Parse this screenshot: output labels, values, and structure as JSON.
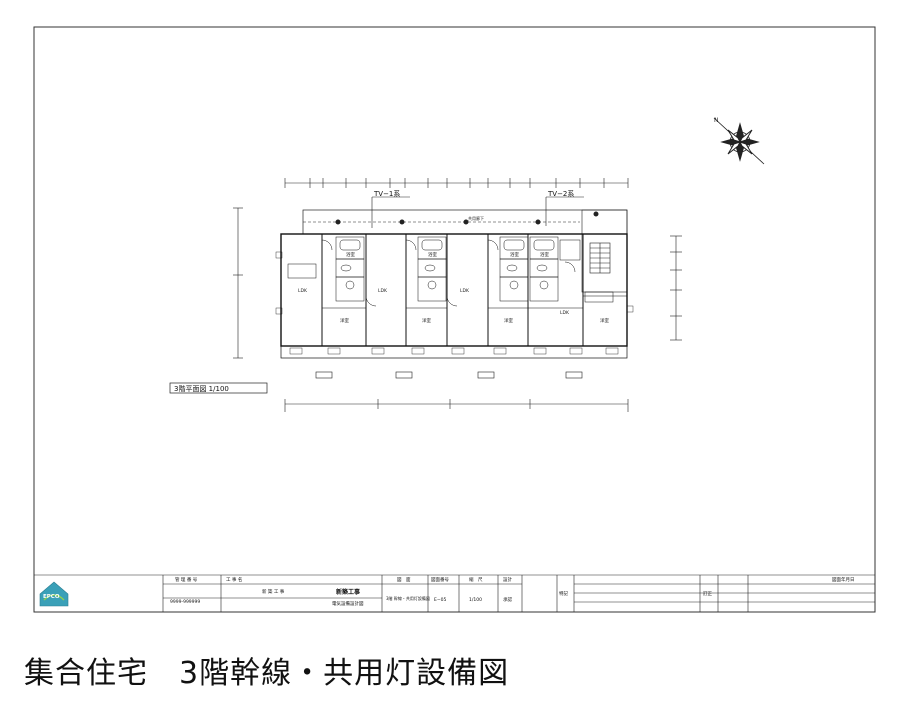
{
  "drawing": {
    "labels": {
      "tv1": "TV−1系",
      "tv2": "TV−2系",
      "scale_label": "3階平面図 1/100",
      "room_ldk": "LDK",
      "room_bed": "洋室",
      "room_bath": "浴室"
    },
    "title_block": {
      "logo_text": "EPCO",
      "h_number": "管 理 番 号",
      "v_number": "9999-999999",
      "h_project": "工 事 名",
      "v_project_sub": "新 築   工 事",
      "v_project_main": "新築工事",
      "v_project_note": "電気設備設計図",
      "h_title": "図　面",
      "v_title": "3階 幹線・共用灯設備図",
      "h_drawno": "図面番号",
      "v_drawno": "E−05",
      "h_scale": "縮　尺",
      "v_scale": "1/100",
      "h_design": "設計",
      "v_design": "承認",
      "h_note": "特記",
      "h_rev": "訂正",
      "h_date": "図面年月日"
    }
  },
  "caption": "集合住宅　3階幹線・共用灯設備図"
}
